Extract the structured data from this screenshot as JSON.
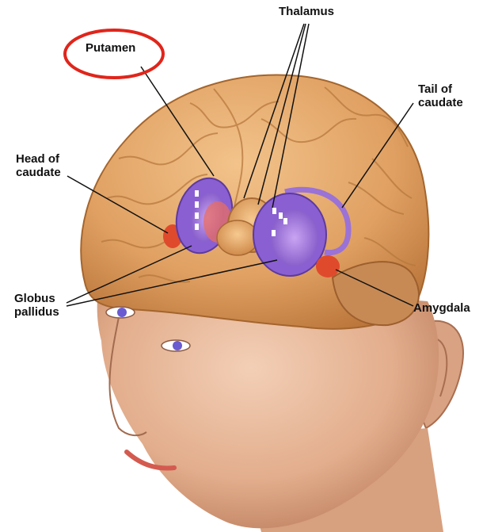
{
  "labels": {
    "putamen": "Putamen",
    "thalamus": "Thalamus",
    "tail_line1": "Tail of",
    "tail_line2": "caudate",
    "head_line1": "Head of",
    "head_line2": "caudate",
    "globus_line1": "Globus",
    "globus_line2": "pallidus",
    "amygdala": "Amygdala"
  },
  "colors": {
    "highlight_ellipse": "#e0251b",
    "skin": "#e0ab8b",
    "brain": "#d9965a",
    "basal_ganglia": "#9b72d6",
    "amygdala": "#e04a2c"
  }
}
